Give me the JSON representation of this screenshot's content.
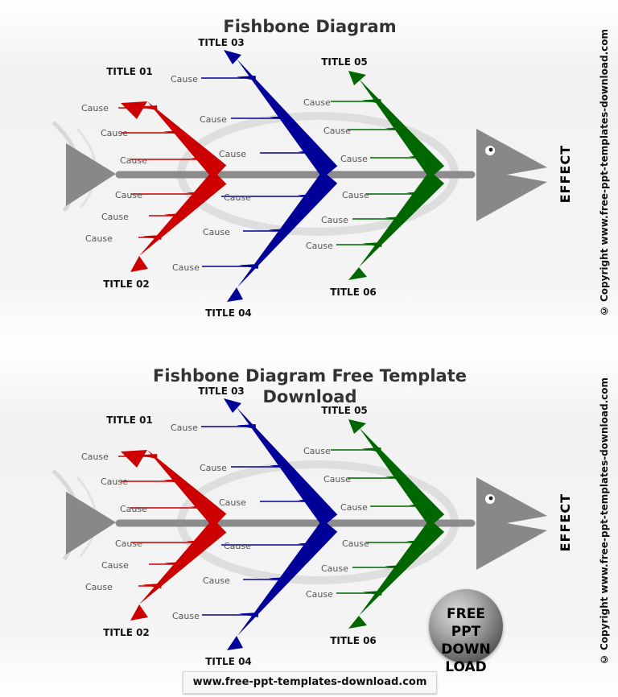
{
  "slides": [
    {
      "title": "Fishbone Diagram",
      "effect_label": "EFFECT",
      "copyright": "© Copyright  www.free-ppt-templates-download.com",
      "titles": [
        "TITLE 01",
        "TITLE 02",
        "TITLE 03",
        "TITLE 04",
        "TITLE 05",
        "TITLE 06"
      ],
      "cause_label": "Cause"
    },
    {
      "title": "Fishbone Diagram Free Template Download",
      "effect_label": "EFFECT",
      "copyright": "© Copyright  www.free-ppt-templates-download.com",
      "titles": [
        "TITLE 01",
        "TITLE 02",
        "TITLE 03",
        "TITLE 04",
        "TITLE 05",
        "TITLE 06"
      ],
      "cause_label": "Cause"
    }
  ],
  "badge": {
    "lines": [
      "FREE",
      "PPT",
      "DOWN",
      "LOAD"
    ]
  },
  "footer": {
    "url": "www.free-ppt-templates-download.com"
  },
  "colors": {
    "red": "#cc0000",
    "blue": "#000099",
    "green": "#006600",
    "gray": "#888888",
    "spine": "#8c8c8c"
  }
}
